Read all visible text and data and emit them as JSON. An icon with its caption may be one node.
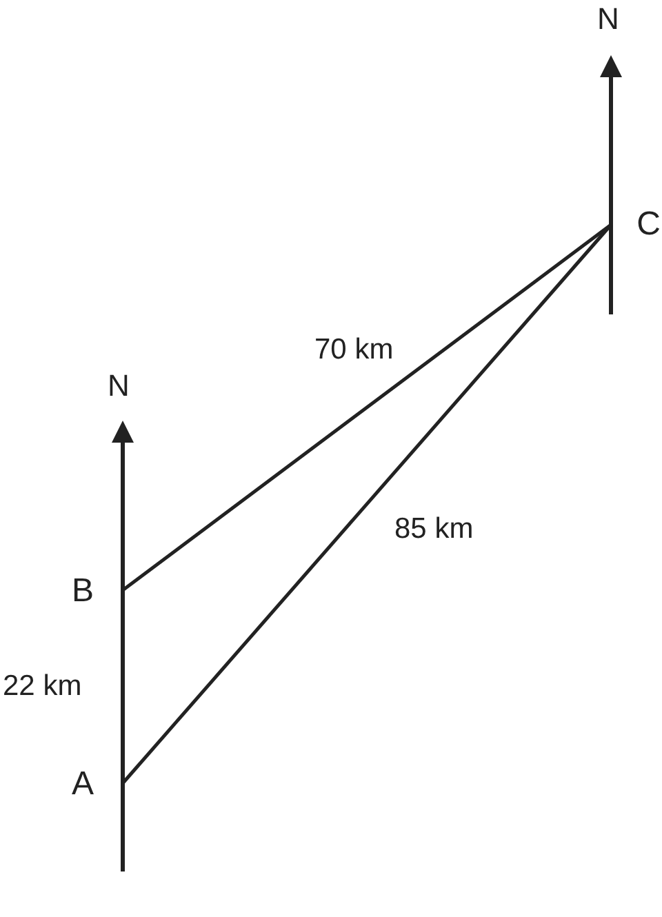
{
  "diagram": {
    "nodes": [
      {
        "text": [
          "A"
        ]
      },
      {
        "text": [
          "B"
        ]
      },
      {
        "text": [
          "C"
        ]
      }
    ],
    "edges": [
      {
        "from": 0,
        "to": 1,
        "arrow": "none",
        "label": "22 km"
      },
      {
        "from": 1,
        "to": 2,
        "arrow": "none",
        "label": "70 km"
      },
      {
        "from": 0,
        "to": 2,
        "arrow": "none",
        "label": "85 km"
      }
    ],
    "labels": [
      "N",
      "N"
    ]
  }
}
